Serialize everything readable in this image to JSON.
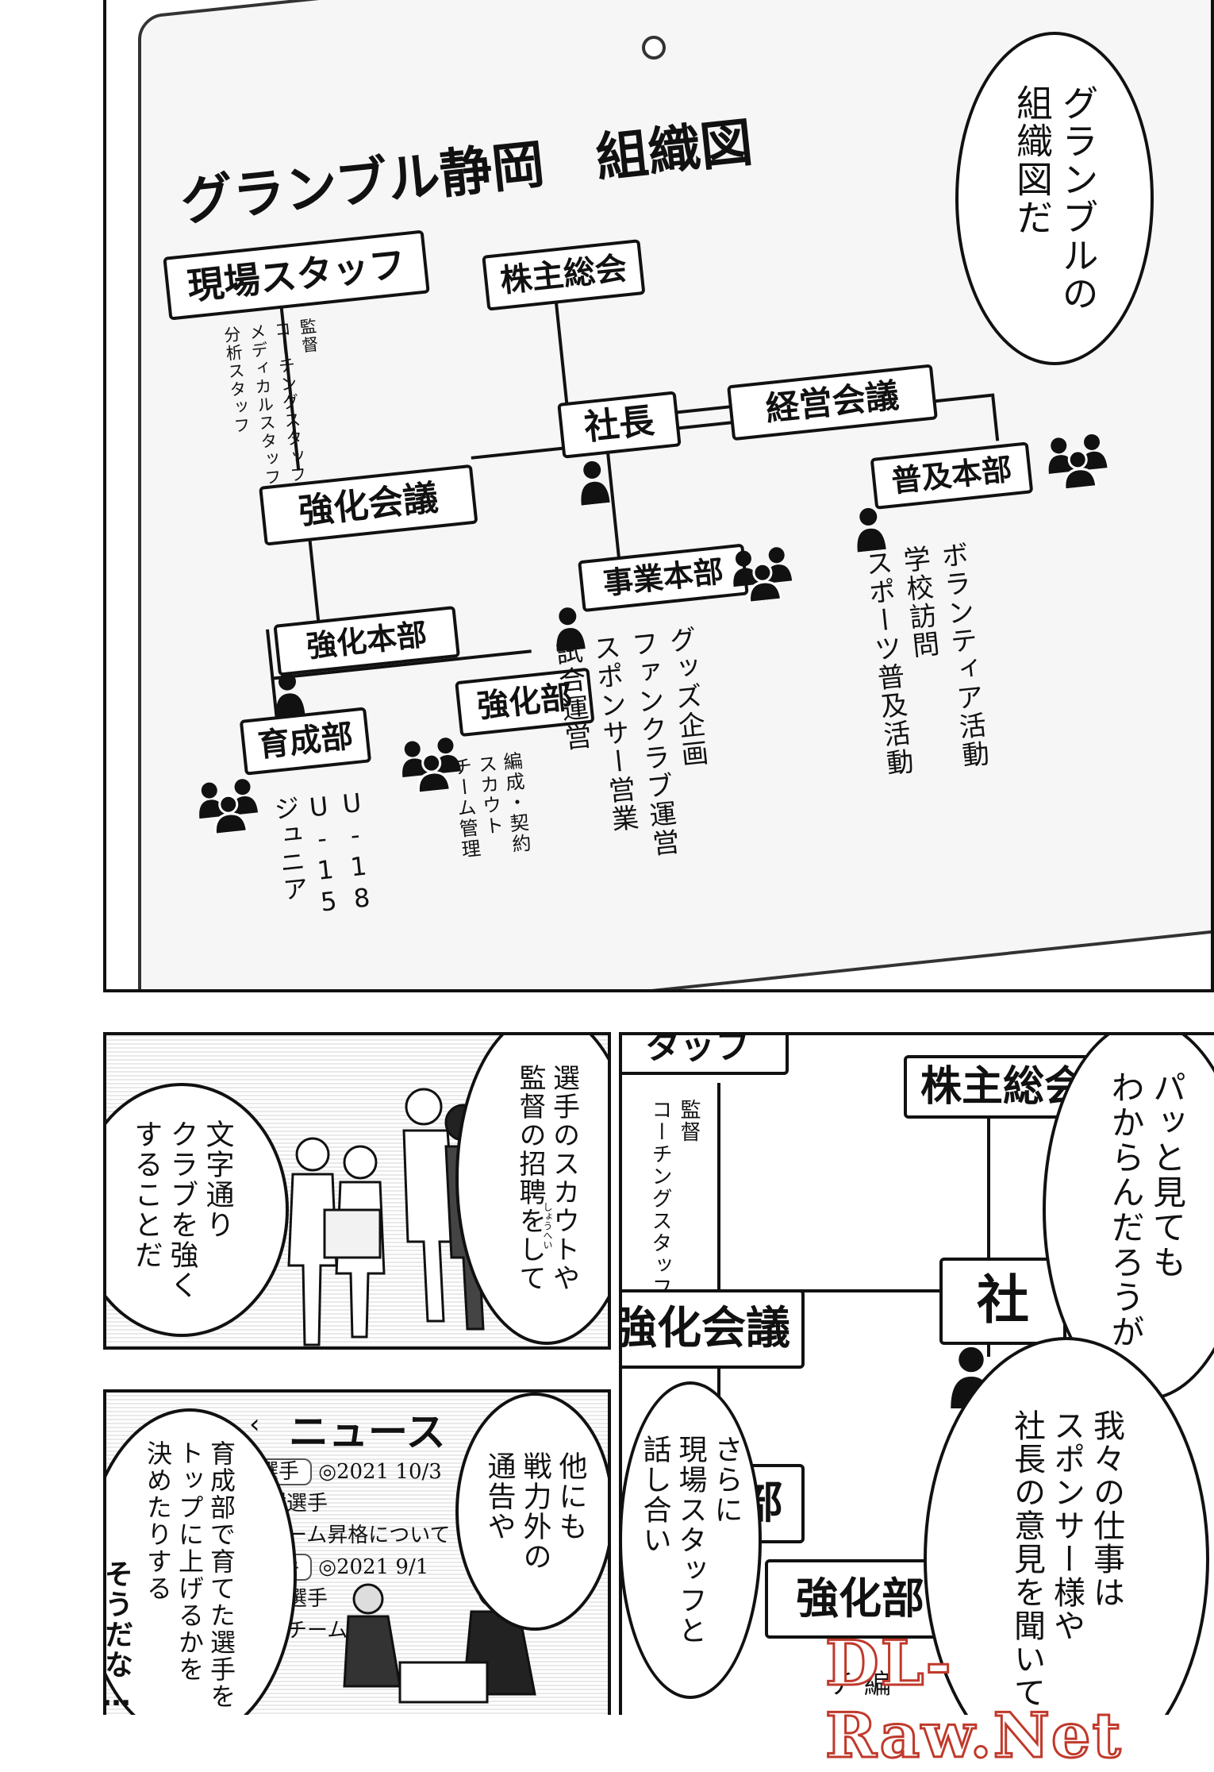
{
  "top_panel": {
    "chart_title": "グランブル静岡　組織図",
    "boxes": {
      "genba": "現場スタッフ",
      "kabunushi": "株主総会",
      "shacho": "社長",
      "keiei": "経営会議",
      "kyoka_kaigi": "強化会議",
      "fukyu": "普及本部",
      "jigyo": "事業本部",
      "kyoka_honbu": "強化本部",
      "kyoka_bu": "強化部",
      "ikusei": "育成部"
    },
    "lists": {
      "genba": [
        "監督",
        "コーチングスタッフ",
        "メディカルスタッフ",
        "分析スタッフ"
      ],
      "ikusei": [
        "U-18",
        "U-15",
        "ジュニア"
      ],
      "kyoka_bu": [
        "編成・契約",
        "スカウト",
        "チーム管理"
      ],
      "jigyo": [
        "グッズ企画",
        "ファンクラブ運営",
        "スポンサー営業",
        "試合運営"
      ],
      "fukyu": [
        "ボランティア活動",
        "学校訪問",
        "スポーツ普及活動"
      ]
    },
    "speech": [
      "グランブルの",
      "組織図だ"
    ]
  },
  "mid_left_panel": {
    "speech1": [
      "選手のスカウトや",
      "監督の招聘をして"
    ],
    "furigana": "しょうへい",
    "speech2": [
      "文字通り",
      "クラブを強く",
      "することだ"
    ]
  },
  "right_panel": {
    "boxes": {
      "kabunushi": "株主総会",
      "kyoka_kaigi": "強化会議",
      "shacho": "社",
      "bu": "部",
      "kyoka_bu": "強化部"
    },
    "partial_box": "タッフ",
    "lists": [
      "監督",
      "コーチングスタッフ"
    ],
    "bottom_text": "チ 編",
    "speech1": [
      "パッと見ても",
      "わからんだろうが"
    ],
    "speech2": [
      "我々の仕事は",
      "スポンサー様や",
      "社長の意見を聞いて"
    ],
    "speech3": [
      "さらに",
      "現場スタッフと",
      "話し合い"
    ]
  },
  "bottom_left_panel": {
    "news_title": "ニュース",
    "news_rows": [
      {
        "tag": "選手",
        "date": "◎2021 10/3"
      },
      {
        "name": "直樹選手"
      },
      {
        "text": "プチーム昇格について"
      },
      {
        "tag": "選手",
        "date": "◎2021 9/1"
      },
      {
        "name": "聖弥選手"
      },
      {
        "text": "ップチーム昇格"
      }
    ],
    "speech1": [
      "他にも",
      "戦力外の",
      "通告や"
    ],
    "speech2": [
      "育成部で育てた選手を",
      "トップに上げるかを",
      "決めたりする"
    ],
    "speech3": "そうだな…"
  },
  "watermark": "DL-Raw.Net"
}
